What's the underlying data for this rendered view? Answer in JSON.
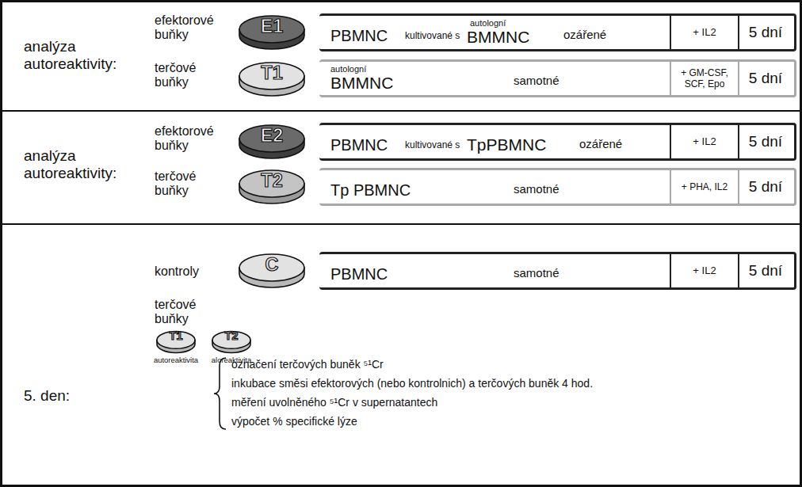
{
  "diagram": {
    "nodes": [
      {
        "text": [
          "E1"
        ]
      },
      {
        "text": [
          "PBMNC",
          "kultivované s",
          "autologní",
          "BMMNC",
          "ozářené"
        ]
      },
      {
        "text": [
          "+ IL2"
        ],
        "in": 1
      },
      {
        "text": [
          "5 dní"
        ],
        "in": 1
      },
      {
        "text": [
          "T1"
        ]
      },
      {
        "text": [
          "autologní",
          "BMMNC",
          "samotné"
        ]
      },
      {
        "text": [
          "+ GM-CSF, SCF, Epo"
        ],
        "in": 5
      },
      {
        "text": [
          "5 dní"
        ],
        "in": 5
      },
      {
        "text": [
          "E2"
        ]
      },
      {
        "text": [
          "PBMNC",
          "kultivované s",
          "TpPBMNC",
          "ozářené"
        ]
      },
      {
        "text": [
          "+ IL2"
        ],
        "in": 9
      },
      {
        "text": [
          "5 dní"
        ],
        "in": 9
      },
      {
        "text": [
          "T2"
        ]
      },
      {
        "text": [
          "Tp PBMNC",
          "samotné"
        ]
      },
      {
        "text": [
          "+ PHA, IL2"
        ],
        "in": 13
      },
      {
        "text": [
          "5 dní"
        ],
        "in": 13
      },
      {
        "text": [
          "C"
        ]
      },
      {
        "text": [
          "PBMNC",
          "samotné"
        ]
      },
      {
        "text": [
          "+ IL2"
        ],
        "in": 17
      },
      {
        "text": [
          "5 dní"
        ],
        "in": 17
      },
      {
        "text": [
          "T1",
          "autoreaktivita"
        ]
      },
      {
        "text": [
          "T2",
          "aloreaktivita"
        ]
      }
    ],
    "labels": [
      "analýza autoreaktivity:",
      "efektorové buňky",
      "terčové buňky",
      "analýza autoreaktivity:",
      "efektorové buňky",
      "terčové buňky",
      "kontroly",
      "terčové buňky",
      "5. den:",
      "označení terčových buněk ⁵¹Cr",
      "inkubace směsi efektorových (nebo kontrolnich) a terčových buněk 4 hod.",
      "měření uvolněného ⁵¹Cr v supernatantech",
      "výpočet % specifické lýze"
    ]
  }
}
